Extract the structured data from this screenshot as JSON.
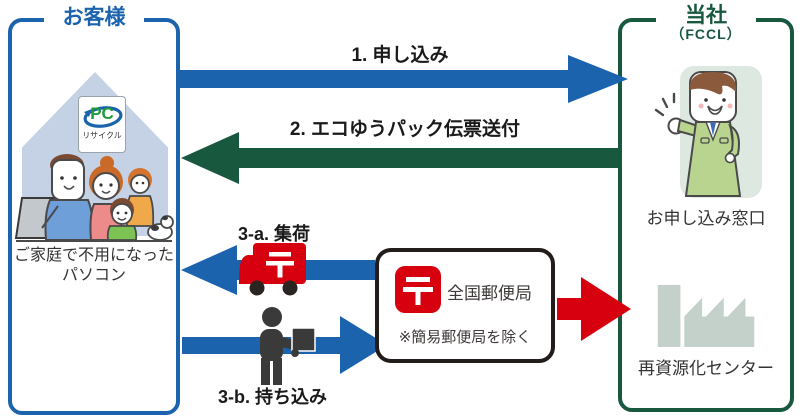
{
  "colors": {
    "blue": "#1c63ae",
    "green": "#17583f",
    "red": "#d7000f",
    "house": "#c5d2e6",
    "staffbg": "#dce8e0",
    "factory": "#c4d1ca",
    "ink": "#333333",
    "label": "#1a1a1a"
  },
  "customer": {
    "title": "お客様",
    "pc_logo_word": "PC",
    "pc_logo_kana": "リサイクル",
    "caption_line1": "ご家庭で不用になった",
    "caption_line2": "パソコン"
  },
  "company": {
    "title": "当社",
    "subtitle": "（FCCL）",
    "desk_label": "お申し込み窓口",
    "center_label": "再資源化センター"
  },
  "flows": {
    "step1": "1. 申し込み",
    "step2": "2. エコゆうパック伝票送付",
    "step3a": "3-a. 集荷",
    "step3b": "3-b. 持ち込み"
  },
  "post_office": {
    "name": "全国郵便局",
    "note": "※簡易郵便局を除く"
  }
}
